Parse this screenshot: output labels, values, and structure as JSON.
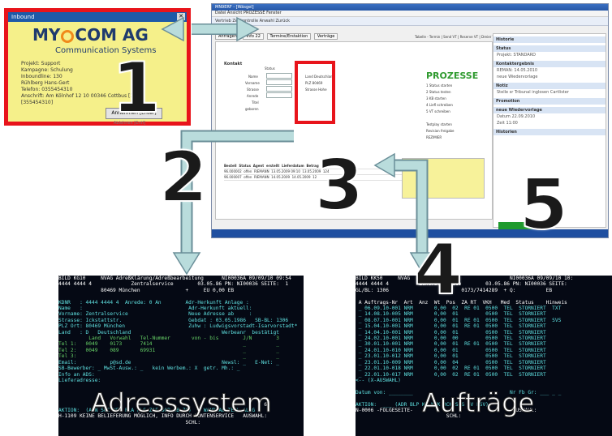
{
  "popup": {
    "title": "Inbound",
    "brand_left": "MY",
    "brand_right": "COM AG",
    "tagline": "Communication Systems",
    "rows": [
      "Projekt:   Support",
      "Kampagne:  Schulung",
      "Inboundline: 130",
      "",
      "Rühlberg Hans-Gert",
      "Telefon: 0355454310",
      "Anschrift: Am Kölnhof 12 10 00346 Cottbus [1]",
      "[355454310]"
    ],
    "accept_button": "Annehmen [Enter]",
    "footer": "Ablehnen [Entf]"
  },
  "crm": {
    "title": "MN9ERF - [Wäsgel]",
    "menu": "Datei  Ansicht  PROZESSE  Fenster",
    "toolbar": "Vertrieb    Zeitkontrolle    Anwahl    Zurück",
    "tabs": [
      "Anfragen",
      "Info 22",
      "Termine/Erstaktion",
      "Verträge"
    ],
    "buttons_top": [
      "Tabelle - Termin",
      "Send VT",
      "Reserve VT",
      "Dreier VT"
    ],
    "kontakt_label": "Kontakt",
    "fields": [
      "Status",
      "Name",
      "Vorname",
      "Strasse",
      "Anrede",
      "Titel",
      "geboren"
    ],
    "land_fields": [
      "Land  Deutschland",
      "PLZ  80469",
      "Strasse  Hohe"
    ],
    "prozesse": "PROZESSE",
    "prozesse_items": [
      "1  Status starten",
      "2  Status testen",
      "3  KB starten",
      "4  Liefl schreiben",
      "5  VT schreiben"
    ],
    "right_buttons": [
      "Testplay starten",
      "Revision freigabe",
      "REZIMIER"
    ],
    "table_headers": [
      "Bestell",
      "Status",
      "Agent",
      "erstellt",
      "Lieferdatum",
      "Betrag"
    ],
    "table_rows": [
      [
        "96.000002",
        "offen",
        "RIEMANN",
        "13.05.2009 09:10",
        "13.05.2009",
        "124"
      ],
      [
        "96.000007",
        "offen",
        "RIEMANN",
        "14.05.2009",
        "14.05.2009",
        "12"
      ]
    ],
    "side_sections": [
      "Historie",
      "Status",
      "Projekt: STANDARD",
      "Kontaktergebnis",
      "Notiz",
      "Promotion",
      "neue Wiedervorlage",
      "Historien"
    ],
    "side_lines": [
      "REMAN: 14.05.2010",
      "neue Wiedervorlage",
      "Stelle sr Tribunal inglosen Cartlister",
      "Datum 22.09.2010",
      "Zeit 11:00"
    ]
  },
  "left_terminal": {
    "lines": [
      {
        "t": "BILD KG10     NVAG AdreßKlärung/Adreßbearbeitung      NI00036A 09/09/10 09:54",
        "c": "w"
      },
      {
        "t": "4444 4444 4             Zentralservice        03.05.86 PN: NI00036 SEITE:  1",
        "c": "w"
      },
      {
        "t": "              80469 München               +     EU 0,00 EB",
        "c": "w"
      },
      {
        "t": "",
        "c": "w"
      },
      {
        "t": "KDNR   : 4444 4444 4  Anrede: 0 An        Adr-Herkunft Anlage :",
        "c": "c"
      },
      {
        "t": "Name   :                                   Adr-Herkunft aktuell:",
        "c": "c"
      },
      {
        "t": "Vorname: Zentralservice                    Neue Adresse ab     :",
        "c": "c"
      },
      {
        "t": "Strasse: Ickstattstr.                      Gebdat : 03.05.1986   SB-BL: 1306",
        "c": "c"
      },
      {
        "t": "PLZ Ort: 80469 München                     Zuhw : Ludwigsvorstadt-Isarvorstadt*",
        "c": "c"
      },
      {
        "t": "Land   : D   Deutschland                              Werbeanr  bestätigt",
        "c": "c"
      },
      {
        "t": "          Land   Vorwahl   Tel-Nummer       von - bis        J/N        3",
        "c": "g"
      },
      {
        "t": "Tel 1:   0049    0173      7414                              _          _",
        "c": "g"
      },
      {
        "t": "Tel 2:   0049    089       69931                             _          _",
        "c": "g"
      },
      {
        "t": "Tel 3:                                                       _          _",
        "c": "g"
      },
      {
        "t": "Email:           p@sd.de                              Newsl: _   E-Net: _",
        "c": "c"
      },
      {
        "t": "SB-Bewerber: _ MwSt-Ausw.: _   kein Werbem.: X  getr. Mh.: _",
        "c": "c"
      },
      {
        "t": "Info an ADS:",
        "c": "c"
      },
      {
        "t": "Lieferadresse:",
        "c": "c"
      },
      {
        "t": "",
        "c": "w"
      },
      {
        "t": "",
        "c": "w"
      },
      {
        "t": "",
        "c": "w"
      },
      {
        "t": "                                                                    6",
        "c": "w"
      },
      {
        "t": "AKTION:  (AEN SOC NEU PLA PLS ZAE SOB SB ZG)    WANDTAB TEIL ALLG",
        "c": "c"
      },
      {
        "t": "H-1109 KEINE BELIEFERUNG MÖGLICH, INFO DURCH KONTENSERVICE   AUSWAHL:",
        "c": "w"
      },
      {
        "t": "                                          SCHL:",
        "c": "w"
      }
    ],
    "caption": "Adresssystem"
  },
  "right_terminal": {
    "lines": [
      {
        "t": "BILD KK50     NVAG     Auftrage                    NI00036A 09/09/10 10:",
        "c": "w"
      },
      {
        "t": "4444 4444 4          Zentralservice        03.05.86 PN: NI00036 SEITE:",
        "c": "w"
      },
      {
        "t": "GL/BL: 1306                        0173/7414289  + Q:          EB",
        "c": "w"
      },
      {
        "t": "",
        "c": "w"
      },
      {
        "t": " A Auftrags-Nr  Art  Anz  Wt  Pos  ZA RT  VKH   Med  Status    Hinweis",
        "c": "w"
      },
      {
        "t": " _ 06.09.10-001 NRM       0,00  02  RE 01  0500  TEL  STORNIERT  TXT",
        "c": "c"
      },
      {
        "t": " _ 14.08.10-005 NRM       0,00  01         0500  TEL  STORNIERT",
        "c": "c"
      },
      {
        "t": " _ 08.07.10-001 NRM       0,00  01  RE 01  0500  TEL  STORNIERT  SVS",
        "c": "c"
      },
      {
        "t": " _ 15.04.10-001 NRM       0,00  01  RE 01  0500  TEL  STORNIERT",
        "c": "c"
      },
      {
        "t": " _ 14.04.10-001 NRM       0,00  01         0500  TEL  STORNIERT",
        "c": "c"
      },
      {
        "t": " _ 24.02.10-001 NRM       0,00  00         0500  TEL  STORNIERT",
        "c": "c"
      },
      {
        "t": " _ 30.01.10-001 NRM       0,00  01  RE 01  0500  TEL  STORNIERT",
        "c": "c"
      },
      {
        "t": " _ 24.01.10-010 NRM       0,00  01         0500  TEL  STORNIERT",
        "c": "c"
      },
      {
        "t": " _ 23.01.10-012 NRM       0,00  01         0500  TEL  STORNIERT",
        "c": "c"
      },
      {
        "t": " _ 23.01.10-009 NRM       0,00  04         0500  TEL  STORNIERT",
        "c": "c"
      },
      {
        "t": " _ 22.01.10-018 NRM       0,00  02  RE 01  0500  TEL  STORNIERT",
        "c": "c"
      },
      {
        "t": " _ 22.01.10-017 NRM       0,00  02  RE 01  0500  TEL  STORNIERT",
        "c": "c"
      },
      {
        "t": "<-- (X-AUSWAHL)",
        "c": "c"
      },
      {
        "t": "",
        "c": "w"
      },
      {
        "t": "Datum von: ________                                Nr Fb Gr: ___ _ _",
        "c": "c"
      },
      {
        "t": "",
        "c": "w"
      },
      {
        "t": "AKTION:  ___ (ADR BLP KL KWK RCH SDG SV NSV)",
        "c": "c"
      },
      {
        "t": "N-0006 -FOLGESEITE-                                 AUSWAHL:",
        "c": "w"
      },
      {
        "t": "                              SCHL:",
        "c": "w"
      }
    ],
    "caption": "Aufträge"
  },
  "numbers": [
    "1",
    "2",
    "3",
    "4",
    "5"
  ],
  "colors": {
    "arrow": "#b9dcdc",
    "arrow_stroke": "#6b8f99",
    "highlight": "#e8141b",
    "terminal_bg": "#050914"
  }
}
